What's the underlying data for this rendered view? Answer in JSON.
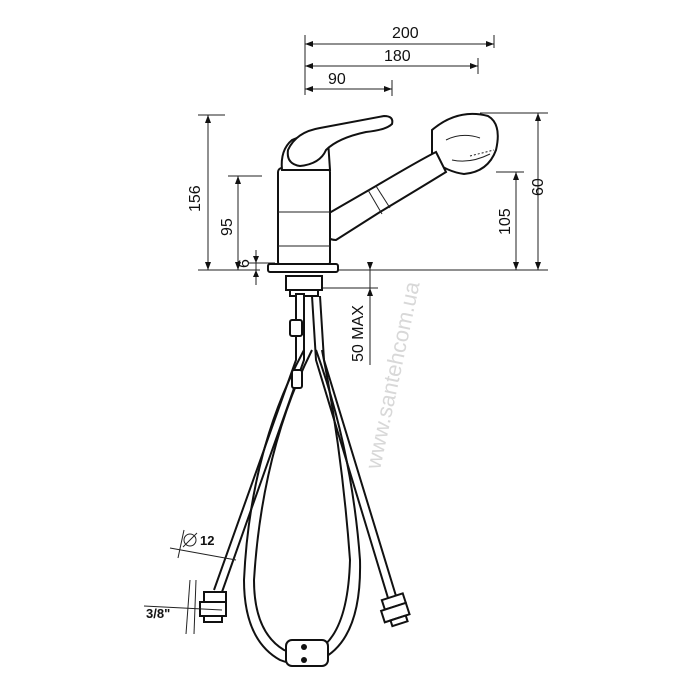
{
  "dimensions": {
    "top_overall": "200",
    "top_middle": "180",
    "top_short": "90",
    "height_total": "156",
    "height_handle": "95",
    "height_base": "6",
    "height_spout": "105",
    "height_right": "60",
    "counter_max": "50 MAX",
    "hose_diameter": "12",
    "thread_size": "3/8\""
  },
  "watermark": "www.santehcom.ua",
  "colors": {
    "line": "#111111",
    "watermark": "#d8d8d8"
  },
  "icons": {
    "diameter": "diameter-symbol-icon"
  }
}
